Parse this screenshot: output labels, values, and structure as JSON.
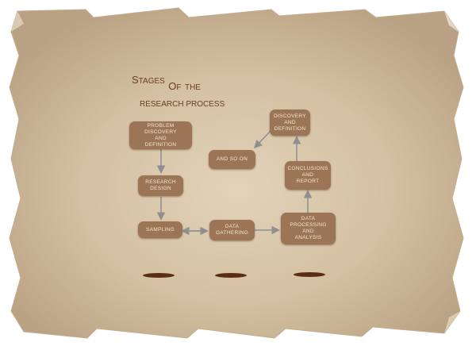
{
  "title": {
    "line1_first_letter": "S",
    "line1_rest": "TAGES",
    "line1_of_first": "O",
    "line1_of_rest": "F",
    "line1_the": "THE",
    "line2": "RESEARCH PROCESS"
  },
  "nodes": {
    "problem_discovery": "PROBLEM DISCOVERY\nAND\nDEFINITION",
    "research_design": "RESEARCH\nDESIGN",
    "sampling": "SAMPLING",
    "data_gathering": "DATA\nGATHERING",
    "data_processing": "DATA PROCESSING\nAND\nANALYSIS",
    "conclusions": "CONCLUSIONS\nAND\nREPORT",
    "discovery_definition": "DISCOVERY\nAND\nDEFINITION",
    "and_so_on": "AND SO ON"
  },
  "colors": {
    "paper": "#d6c3a6",
    "node": "#9c7556",
    "node_text": "#f3e6d2",
    "title": "#6b3c24",
    "arrow": "#8f8f8f"
  }
}
